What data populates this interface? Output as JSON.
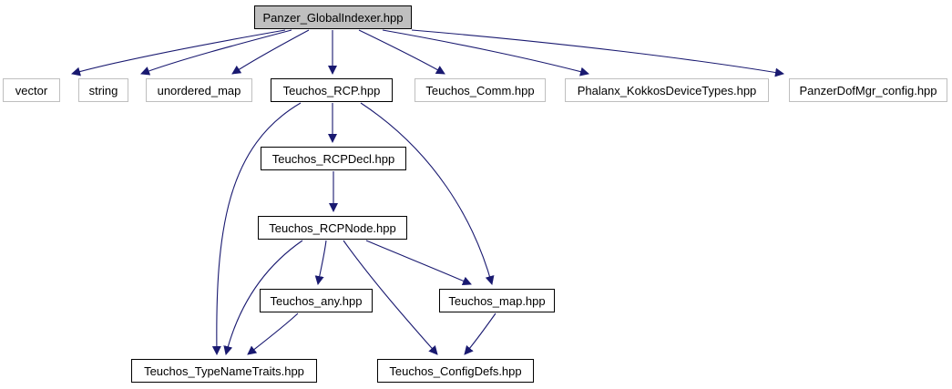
{
  "nodes": {
    "root": "Panzer_GlobalIndexer.hpp",
    "vector": "vector",
    "string": "string",
    "unordered_map": "unordered_map",
    "teuchos_rcp": "Teuchos_RCP.hpp",
    "teuchos_comm": "Teuchos_Comm.hpp",
    "phalanx_kokkos": "Phalanx_KokkosDeviceTypes.hpp",
    "panzer_dofmgr_config": "PanzerDofMgr_config.hpp",
    "teuchos_rcpdecl": "Teuchos_RCPDecl.hpp",
    "teuchos_rcpnode": "Teuchos_RCPNode.hpp",
    "teuchos_any": "Teuchos_any.hpp",
    "teuchos_map": "Teuchos_map.hpp",
    "teuchos_typenametraits": "Teuchos_TypeNameTraits.hpp",
    "teuchos_configdefs": "Teuchos_ConfigDefs.hpp"
  },
  "edges": [
    {
      "from": "root",
      "to": "vector"
    },
    {
      "from": "root",
      "to": "string"
    },
    {
      "from": "root",
      "to": "unordered_map"
    },
    {
      "from": "root",
      "to": "teuchos_rcp"
    },
    {
      "from": "root",
      "to": "teuchos_comm"
    },
    {
      "from": "root",
      "to": "phalanx_kokkos"
    },
    {
      "from": "root",
      "to": "panzer_dofmgr_config"
    },
    {
      "from": "teuchos_rcp",
      "to": "teuchos_rcpdecl"
    },
    {
      "from": "teuchos_rcp",
      "to": "teuchos_typenametraits"
    },
    {
      "from": "teuchos_rcp",
      "to": "teuchos_map"
    },
    {
      "from": "teuchos_rcpdecl",
      "to": "teuchos_rcpnode"
    },
    {
      "from": "teuchos_rcpnode",
      "to": "teuchos_any"
    },
    {
      "from": "teuchos_rcpnode",
      "to": "teuchos_map"
    },
    {
      "from": "teuchos_rcpnode",
      "to": "teuchos_typenametraits"
    },
    {
      "from": "teuchos_rcpnode",
      "to": "teuchos_configdefs"
    },
    {
      "from": "teuchos_any",
      "to": "teuchos_typenametraits"
    },
    {
      "from": "teuchos_map",
      "to": "teuchos_configdefs"
    }
  ],
  "colors": {
    "edge": "#191970",
    "root_fill": "#bfbfbf",
    "local_border": "#000000",
    "external_border": "#bfbfbf"
  }
}
